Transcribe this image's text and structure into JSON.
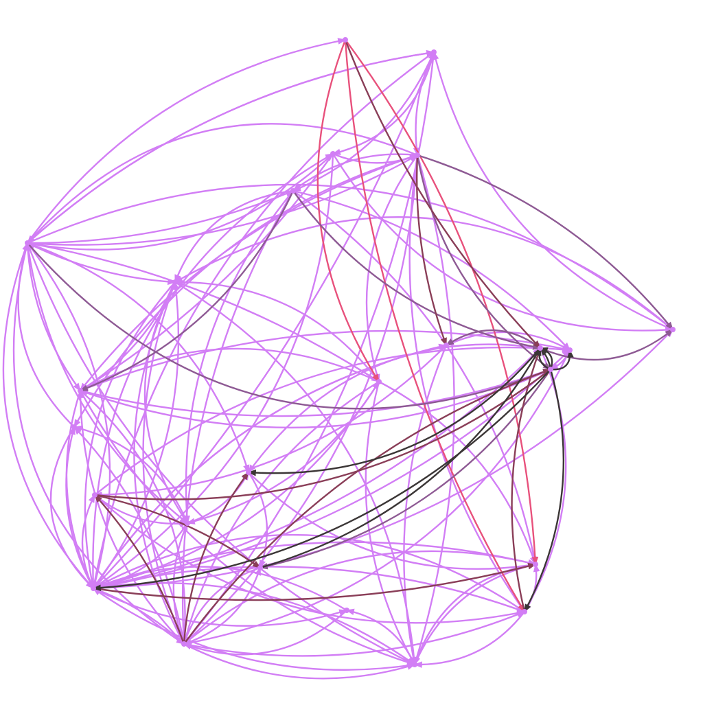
{
  "colors": {
    "light": "#d27ef5",
    "pink": "#e8517c",
    "wine": "#8a3e58",
    "plum": "#8e5a94",
    "dark": "#3b3636",
    "background": "#ffffff"
  },
  "graph": {
    "directed": true,
    "nodes": [
      {
        "id": "n1"
      },
      {
        "id": "n2"
      },
      {
        "id": "n3"
      },
      {
        "id": "n4"
      },
      {
        "id": "n5"
      },
      {
        "id": "n6"
      },
      {
        "id": "n7"
      },
      {
        "id": "n8"
      },
      {
        "id": "n9"
      },
      {
        "id": "n10"
      },
      {
        "id": "n11"
      },
      {
        "id": "n12"
      },
      {
        "id": "n13"
      },
      {
        "id": "n14"
      },
      {
        "id": "n15"
      },
      {
        "id": "n16"
      },
      {
        "id": "n17"
      },
      {
        "id": "n18"
      },
      {
        "id": "n19"
      },
      {
        "id": "n20"
      },
      {
        "id": "n21"
      },
      {
        "id": "n22"
      },
      {
        "id": "n23"
      },
      {
        "id": "n24"
      },
      {
        "id": "n25"
      }
    ],
    "edges": [
      {
        "from": "n1",
        "to": "n20",
        "color": "pink",
        "bend": 0.12
      },
      {
        "from": "n1",
        "to": "n22",
        "color": "pink",
        "bend": -0.15
      },
      {
        "from": "n1",
        "to": "n11",
        "color": "wine",
        "bend": 0.1
      },
      {
        "from": "n1",
        "to": "n9",
        "color": "pink",
        "bend": 0.25
      },
      {
        "from": "n4",
        "to": "n12",
        "color": "plum",
        "bend": 0.2
      },
      {
        "from": "n4",
        "to": "n7",
        "color": "plum",
        "bend": -0.15
      },
      {
        "from": "n4",
        "to": "n10",
        "color": "wine",
        "bend": 0.1
      },
      {
        "from": "n5",
        "to": "n11",
        "color": "plum",
        "bend": 0.2
      },
      {
        "from": "n5",
        "to": "n14",
        "color": "plum",
        "bend": -0.2
      },
      {
        "from": "n6",
        "to": "n12",
        "color": "plum",
        "bend": 0.35
      },
      {
        "from": "n11",
        "to": "n7",
        "color": "plum",
        "bend": 0.3
      },
      {
        "from": "n12",
        "to": "n11",
        "color": "dark",
        "bend": 0.5
      },
      {
        "from": "n12",
        "to": "n11",
        "color": "dark",
        "bend": -0.45
      },
      {
        "from": "n12",
        "to": "n11",
        "color": "dark",
        "bend": 0.15
      },
      {
        "from": "n12",
        "to": "n13",
        "color": "dark",
        "bend": 0.6
      },
      {
        "from": "n12",
        "to": "n20",
        "color": "dark",
        "bend": -0.2
      },
      {
        "from": "n12",
        "to": "n17",
        "color": "dark",
        "bend": -0.2
      },
      {
        "from": "n19",
        "to": "n11",
        "color": "dark",
        "bend": 0.2
      },
      {
        "from": "n11",
        "to": "n16",
        "color": "dark",
        "bend": -0.25
      },
      {
        "from": "n12",
        "to": "n19",
        "color": "plum",
        "bend": -0.2
      },
      {
        "from": "n11",
        "to": "n10",
        "color": "plum",
        "bend": 0.35
      },
      {
        "from": "n20",
        "to": "n11",
        "color": "wine",
        "bend": -0.15
      },
      {
        "from": "n24",
        "to": "n19",
        "color": "wine",
        "bend": -0.1
      },
      {
        "from": "n24",
        "to": "n12",
        "color": "wine",
        "bend": 0.2
      },
      {
        "from": "n23",
        "to": "n12",
        "color": "wine",
        "bend": -0.15
      },
      {
        "from": "n23",
        "to": "n24",
        "color": "wine",
        "bend": 0.1
      },
      {
        "from": "n23",
        "to": "n16",
        "color": "wine",
        "bend": -0.15
      },
      {
        "from": "n17",
        "to": "n22",
        "color": "wine",
        "bend": 0.1
      },
      {
        "from": "n6",
        "to": "n1",
        "color": "light",
        "bend": -0.2
      },
      {
        "from": "n6",
        "to": "n2",
        "color": "light",
        "bend": -0.15
      },
      {
        "from": "n6",
        "to": "n3",
        "color": "light",
        "bend": 0.25
      },
      {
        "from": "n6",
        "to": "n4",
        "color": "light",
        "bend": 0.15
      },
      {
        "from": "n6",
        "to": "n5",
        "color": "light",
        "bend": 0.1
      },
      {
        "from": "n6",
        "to": "n7",
        "color": "light",
        "bend": -0.3
      },
      {
        "from": "n6",
        "to": "n8",
        "color": "light",
        "bend": 0.1
      },
      {
        "from": "n6",
        "to": "n9",
        "color": "light",
        "bend": -0.1
      },
      {
        "from": "n6",
        "to": "n14",
        "color": "light",
        "bend": 0.15
      },
      {
        "from": "n6",
        "to": "n17",
        "color": "light",
        "bend": 0.3
      },
      {
        "from": "n6",
        "to": "n18",
        "color": "light",
        "bend": 0.2
      },
      {
        "from": "n6",
        "to": "n23",
        "color": "light",
        "bend": 0.35
      },
      {
        "from": "n6",
        "to": "n16",
        "color": "light",
        "bend": -0.25
      },
      {
        "from": "n6",
        "to": "n21",
        "color": "light",
        "bend": 0.2
      },
      {
        "from": "n17",
        "to": "n6",
        "color": "light",
        "bend": 0.25
      },
      {
        "from": "n17",
        "to": "n15",
        "color": "light",
        "bend": -0.2
      },
      {
        "from": "n17",
        "to": "n25",
        "color": "light",
        "bend": 0.2
      },
      {
        "from": "n17",
        "to": "n21",
        "color": "light",
        "bend": -0.2
      },
      {
        "from": "n17",
        "to": "n13",
        "color": "light",
        "bend": 0.15
      },
      {
        "from": "n17",
        "to": "n9",
        "color": "light",
        "bend": 0.2
      },
      {
        "from": "n17",
        "to": "n22",
        "color": "light",
        "bend": -0.15
      },
      {
        "from": "n17",
        "to": "n24",
        "color": "light",
        "bend": -0.25
      },
      {
        "from": "n17",
        "to": "n20",
        "color": "light",
        "bend": -0.3
      },
      {
        "from": "n17",
        "to": "n2",
        "color": "light",
        "bend": 0.1
      },
      {
        "from": "n17",
        "to": "n3",
        "color": "light",
        "bend": -0.3
      },
      {
        "from": "n17",
        "to": "n8",
        "color": "light",
        "bend": 0.2
      },
      {
        "from": "n17",
        "to": "n11",
        "color": "light",
        "bend": 0.15
      },
      {
        "from": "n17",
        "to": "n23",
        "color": "light",
        "bend": -0.1
      },
      {
        "from": "n17",
        "to": "n10",
        "color": "light",
        "bend": -0.2
      },
      {
        "from": "n17",
        "to": "n7",
        "color": "light",
        "bend": 0.2
      },
      {
        "from": "n23",
        "to": "n21",
        "color": "light",
        "bend": 0.2
      },
      {
        "from": "n23",
        "to": "n15",
        "color": "light",
        "bend": 0.15
      },
      {
        "from": "n23",
        "to": "n14",
        "color": "light",
        "bend": -0.2
      },
      {
        "from": "n23",
        "to": "n13",
        "color": "light",
        "bend": 0.25
      },
      {
        "from": "n23",
        "to": "n18",
        "color": "light",
        "bend": -0.2
      },
      {
        "from": "n23",
        "to": "n2",
        "color": "light",
        "bend": 0.15
      },
      {
        "from": "n23",
        "to": "n8",
        "color": "light",
        "bend": -0.25
      },
      {
        "from": "n23",
        "to": "n22",
        "color": "light",
        "bend": -0.25
      },
      {
        "from": "n23",
        "to": "n20",
        "color": "light",
        "bend": 0.15
      },
      {
        "from": "n23",
        "to": "n19",
        "color": "light",
        "bend": 0.25
      },
      {
        "from": "n3",
        "to": "n4",
        "color": "light",
        "bend": 0.2
      },
      {
        "from": "n3",
        "to": "n7",
        "color": "light",
        "bend": 0.3
      },
      {
        "from": "n3",
        "to": "n14",
        "color": "light",
        "bend": -0.1
      },
      {
        "from": "n3",
        "to": "n17",
        "color": "light",
        "bend": -0.25
      },
      {
        "from": "n2",
        "to": "n3",
        "color": "light",
        "bend": -0.3
      },
      {
        "from": "n2",
        "to": "n4",
        "color": "light",
        "bend": 0.15
      },
      {
        "from": "n2",
        "to": "n17",
        "color": "light",
        "bend": 0.2
      },
      {
        "from": "n2",
        "to": "n6",
        "color": "light",
        "bend": 0.15
      },
      {
        "from": "n2",
        "to": "n5",
        "color": "light",
        "bend": -0.2
      },
      {
        "from": "n4",
        "to": "n5",
        "color": "light",
        "bend": 0.2
      },
      {
        "from": "n4",
        "to": "n6",
        "color": "light",
        "bend": 0.35
      },
      {
        "from": "n4",
        "to": "n14",
        "color": "light",
        "bend": 0.15
      },
      {
        "from": "n4",
        "to": "n23",
        "color": "light",
        "bend": -0.2
      },
      {
        "from": "n4",
        "to": "n20",
        "color": "light",
        "bend": 0.2
      },
      {
        "from": "n4",
        "to": "n21",
        "color": "light",
        "bend": -0.15
      },
      {
        "from": "n4",
        "to": "n9",
        "color": "light",
        "bend": 0.25
      },
      {
        "from": "n4",
        "to": "n15",
        "color": "light",
        "bend": 0.2
      },
      {
        "from": "n5",
        "to": "n8",
        "color": "light",
        "bend": 0.3
      },
      {
        "from": "n5",
        "to": "n13",
        "color": "light",
        "bend": -0.15
      },
      {
        "from": "n5",
        "to": "n18",
        "color": "light",
        "bend": 0.2
      },
      {
        "from": "n5",
        "to": "n23",
        "color": "light",
        "bend": 0.15
      },
      {
        "from": "n5",
        "to": "n22",
        "color": "light",
        "bend": -0.2
      },
      {
        "from": "n8",
        "to": "n18",
        "color": "light",
        "bend": 0.3
      },
      {
        "from": "n8",
        "to": "n9",
        "color": "light",
        "bend": -0.25
      },
      {
        "from": "n8",
        "to": "n17",
        "color": "light",
        "bend": 0.25
      },
      {
        "from": "n8",
        "to": "n14",
        "color": "light",
        "bend": -0.15
      },
      {
        "from": "n8",
        "to": "n23",
        "color": "light",
        "bend": 0.2
      },
      {
        "from": "n8",
        "to": "n21",
        "color": "light",
        "bend": -0.25
      },
      {
        "from": "n9",
        "to": "n14",
        "color": "light",
        "bend": 0.25
      },
      {
        "from": "n9",
        "to": "n18",
        "color": "light",
        "bend": -0.2
      },
      {
        "from": "n9",
        "to": "n21",
        "color": "light",
        "bend": 0.2
      },
      {
        "from": "n9",
        "to": "n22",
        "color": "light",
        "bend": -0.2
      },
      {
        "from": "n9",
        "to": "n23",
        "color": "light",
        "bend": 0.2
      },
      {
        "from": "n14",
        "to": "n21",
        "color": "light",
        "bend": 0.2
      },
      {
        "from": "n14",
        "to": "n13",
        "color": "light",
        "bend": -0.15
      },
      {
        "from": "n14",
        "to": "n12",
        "color": "light",
        "bend": 0.15
      },
      {
        "from": "n14",
        "to": "n17",
        "color": "light",
        "bend": 0.2
      },
      {
        "from": "n14",
        "to": "n23",
        "color": "light",
        "bend": -0.25
      },
      {
        "from": "n18",
        "to": "n16",
        "color": "light",
        "bend": 0.2
      },
      {
        "from": "n18",
        "to": "n17",
        "color": "light",
        "bend": -0.2
      },
      {
        "from": "n18",
        "to": "n15",
        "color": "light",
        "bend": 0.25
      },
      {
        "from": "n20",
        "to": "n21",
        "color": "light",
        "bend": -0.25
      },
      {
        "from": "n20",
        "to": "n22",
        "color": "light",
        "bend": 0.2
      },
      {
        "from": "n20",
        "to": "n17",
        "color": "light",
        "bend": 0.15
      },
      {
        "from": "n21",
        "to": "n22",
        "color": "light",
        "bend": -0.25
      },
      {
        "from": "n21",
        "to": "n25",
        "color": "light",
        "bend": 0.25
      },
      {
        "from": "n21",
        "to": "n17",
        "color": "light",
        "bend": -0.2
      },
      {
        "from": "n22",
        "to": "n21",
        "color": "light",
        "bend": 0.3
      },
      {
        "from": "n15",
        "to": "n6",
        "color": "light",
        "bend": -0.3
      },
      {
        "from": "n15",
        "to": "n17",
        "color": "light",
        "bend": 0.4
      },
      {
        "from": "n13",
        "to": "n10",
        "color": "light",
        "bend": 0.25
      },
      {
        "from": "n13",
        "to": "n12",
        "color": "light",
        "bend": -0.2
      },
      {
        "from": "n10",
        "to": "n24",
        "color": "light",
        "bend": -0.2
      },
      {
        "from": "n10",
        "to": "n17",
        "color": "light",
        "bend": 0.2
      },
      {
        "from": "n10",
        "to": "n21",
        "color": "light",
        "bend": 0.15
      },
      {
        "from": "n12",
        "to": "n14",
        "color": "light",
        "bend": -0.2
      },
      {
        "from": "n11",
        "to": "n20",
        "color": "light",
        "bend": -0.25
      },
      {
        "from": "n11",
        "to": "n16",
        "color": "light",
        "bend": 0.3
      },
      {
        "from": "n24",
        "to": "n20",
        "color": "light",
        "bend": 0.25
      },
      {
        "from": "n24",
        "to": "n18",
        "color": "light",
        "bend": 0.2
      },
      {
        "from": "n24",
        "to": "n13",
        "color": "light",
        "bend": -0.2
      },
      {
        "from": "n16",
        "to": "n22",
        "color": "light",
        "bend": 0.25
      },
      {
        "from": "n16",
        "to": "n19",
        "color": "light",
        "bend": -0.25
      },
      {
        "from": "n19",
        "to": "n23",
        "color": "light",
        "bend": 0.25
      },
      {
        "from": "n25",
        "to": "n23",
        "color": "light",
        "bend": -0.3
      },
      {
        "from": "n25",
        "to": "n17",
        "color": "light",
        "bend": 0.25
      },
      {
        "from": "n7",
        "to": "n8",
        "color": "light",
        "bend": 0.35
      },
      {
        "from": "n7",
        "to": "n2",
        "color": "light",
        "bend": -0.25
      }
    ]
  }
}
